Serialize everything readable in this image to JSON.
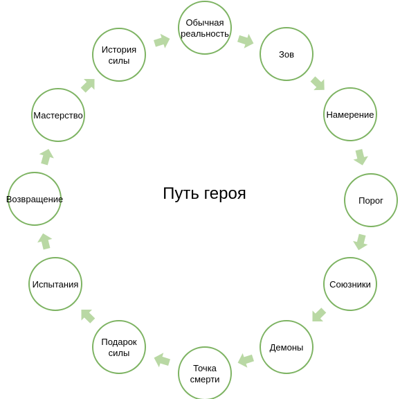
{
  "diagram": {
    "title": "Путь героя",
    "colors": {
      "node_stroke": "#7DB362",
      "arrow_fill": "#B9D8A4"
    },
    "nodes": [
      {
        "id": "ordinary-world",
        "label": "Обычная\nреальность"
      },
      {
        "id": "call",
        "label": "Зов"
      },
      {
        "id": "intention",
        "label": "Намерение"
      },
      {
        "id": "threshold",
        "label": "Порог"
      },
      {
        "id": "allies",
        "label": "Союзники"
      },
      {
        "id": "demons",
        "label": "Демоны"
      },
      {
        "id": "death-point",
        "label": "Точка\nсмерти"
      },
      {
        "id": "gift-of-power",
        "label": "Подарок\nсилы"
      },
      {
        "id": "trials",
        "label": "Испытания"
      },
      {
        "id": "return",
        "label": "Возвращение"
      },
      {
        "id": "mastery",
        "label": "Мастерство"
      },
      {
        "id": "story-of-power",
        "label": "История\nсилы"
      }
    ],
    "edges": [
      {
        "from": "ordinary-world",
        "to": "call"
      },
      {
        "from": "call",
        "to": "intention"
      },
      {
        "from": "intention",
        "to": "threshold"
      },
      {
        "from": "threshold",
        "to": "allies"
      },
      {
        "from": "allies",
        "to": "demons"
      },
      {
        "from": "demons",
        "to": "death-point"
      },
      {
        "from": "death-point",
        "to": "gift-of-power"
      },
      {
        "from": "gift-of-power",
        "to": "trials"
      },
      {
        "from": "trials",
        "to": "return"
      },
      {
        "from": "return",
        "to": "mastery"
      },
      {
        "from": "mastery",
        "to": "story-of-power"
      },
      {
        "from": "story-of-power",
        "to": "ordinary-world"
      }
    ]
  }
}
